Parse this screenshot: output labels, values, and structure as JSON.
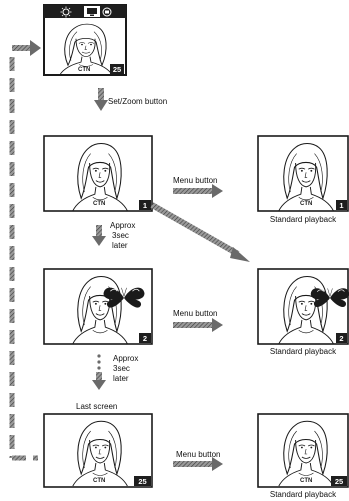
{
  "top_screen": {
    "icons": [
      "sun-icon",
      "monitor-icon",
      "rotate-icon"
    ],
    "frame_number": "25"
  },
  "labels": {
    "set_zoom_button": "Set/Zoom button",
    "menu_button": "Menu button",
    "standard_playback": "Standard playback",
    "approx": "Approx",
    "three_sec": "3sec",
    "later": "later",
    "last_screen": "Last screen"
  },
  "screens": {
    "first": {
      "number": "1",
      "label": "CTN"
    },
    "second": {
      "number": "2"
    },
    "last": {
      "number": "25",
      "label": "CTN"
    }
  },
  "playback": {
    "first": {
      "number": "1",
      "label": "CTN"
    },
    "second": {
      "number": "2"
    },
    "last": {
      "number": "25",
      "label": "CTN"
    }
  },
  "colors": {
    "arrow": "#6a6a6a",
    "line": "#1a1a1a",
    "frame_bg": "#ffffff",
    "toolbar_bg": "#1e1e1e"
  }
}
